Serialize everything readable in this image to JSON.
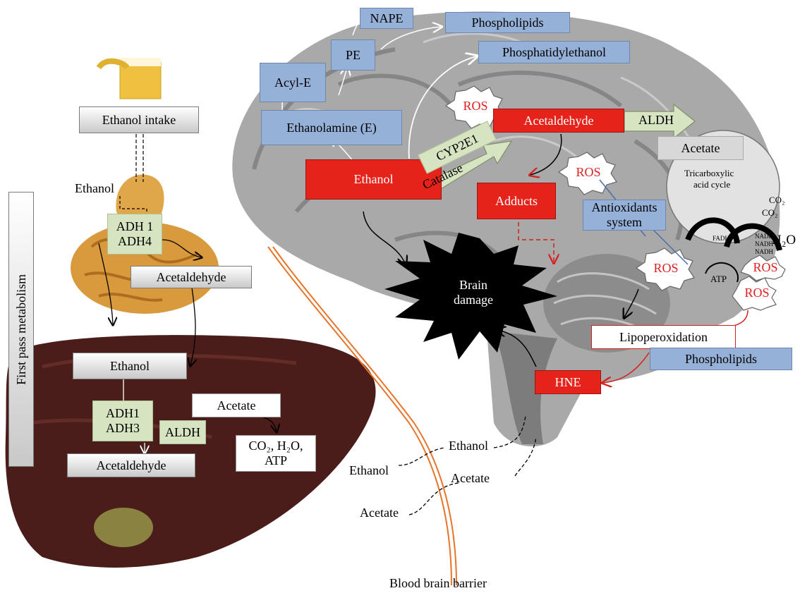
{
  "left": {
    "ethanol_intake": "Ethanol intake",
    "ethanol_stomach": "Ethanol",
    "adh_gut_1": "ADH 1",
    "adh_gut_2": "ADH4",
    "acetaldehyde_gut": "Acetaldehyde",
    "first_pass": "First pass metabolism",
    "ethanol_liver": "Ethanol",
    "adh_liver_1": "ADH1",
    "adh_liver_2": "ADH3",
    "aldh_liver": "ALDH",
    "acetate_liver": "Acetate",
    "products_line1": "CO₂, H₂O,",
    "products_line2": "ATP",
    "acetaldehyde_liver": "Acetaldehyde"
  },
  "barrier": {
    "ethanol_left": "Ethanol",
    "ethanol_right": "Ethanol",
    "acetate_left": "Acetate",
    "acetate_right": "Acetate",
    "label": "Blood brain barrier"
  },
  "brain": {
    "nape": "NAPE",
    "phospholipids_top": "Phospholipids",
    "pe": "PE",
    "phosphatidylethanol": "Phosphatidylethanol",
    "acyl_e": "Acyl-E",
    "ethanolamine": "Ethanolamine (E)",
    "ethanol": "Ethanol",
    "cyp2e1": "CYP2E1",
    "catalase": "Catalase",
    "acetaldehyde": "Acetaldehyde",
    "aldh": "ALDH",
    "acetate": "Acetate",
    "adducts": "Adducts",
    "antioxidants_line1": "Antioxidants",
    "antioxidants_line2": "system",
    "tca_line1": "Tricarboxylic",
    "tca_line2": "acid cycle",
    "co2_1": "CO₂",
    "co2_2": "CO₂",
    "fadh2": "FADH2",
    "nadh_1": "NADH",
    "nadh_2": "NADH",
    "nadh_3": "NADH",
    "h2o": "H₂O",
    "atp": "ATP",
    "ros_1": "ROS",
    "ros_2": "ROS",
    "ros_3": "ROS",
    "ros_4": "ROS",
    "ros_5": "ROS",
    "brain_damage_line1": "Brain",
    "brain_damage_line2": "damage",
    "lipoperoxidation": "Lipoperoxidation",
    "phospholipids_bottom": "Phospholipids",
    "hne": "HNE"
  },
  "colors": {
    "blue_box": "#96b1d8",
    "red_box": "#e5231b",
    "green_box": "#d6e4c2",
    "ros_text": "#e02020",
    "barrier_line": "#e8742a"
  }
}
